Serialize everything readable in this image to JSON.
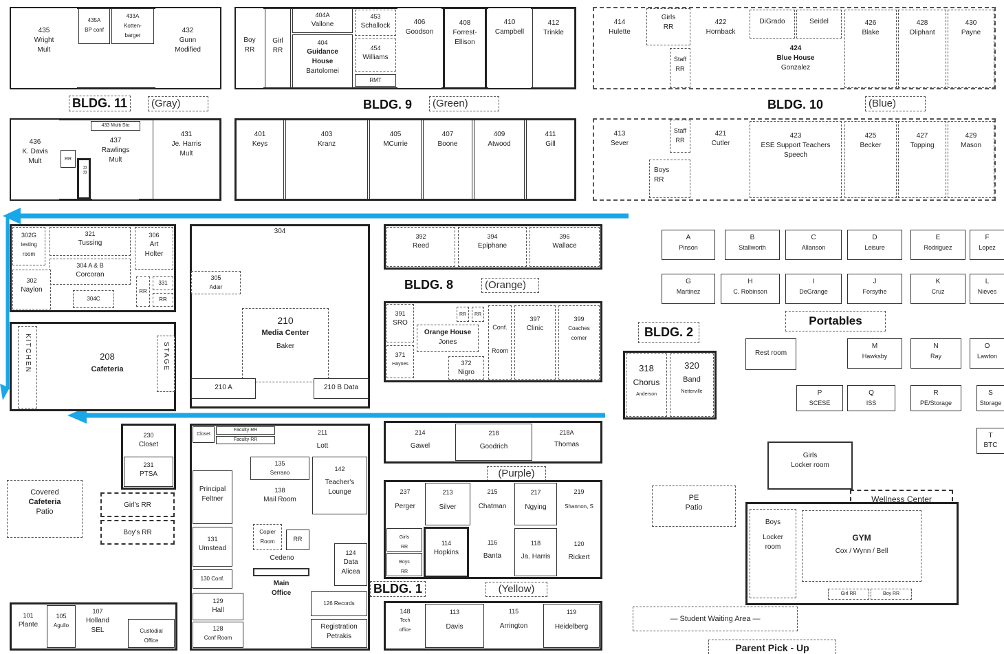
{
  "buildings": {
    "b11": {
      "name": "BLDG. 11",
      "color": "(Gray)"
    },
    "b9": {
      "name": "BLDG. 9",
      "color": "(Green)"
    },
    "b10": {
      "name": "BLDG. 10",
      "color": "(Blue)"
    },
    "b8": {
      "name": "BLDG. 8",
      "color": "(Orange)"
    },
    "b2": {
      "name": "BLDG. 2"
    },
    "b1": {
      "name": "BLDG. 1",
      "color": "(Yellow)"
    },
    "purple": "(Purple)"
  },
  "bldg11": {
    "r435": [
      "435",
      "Wright",
      "Mult"
    ],
    "r435a": [
      "435A",
      "BP conf"
    ],
    "r433a": [
      "433A",
      "Kotten-",
      "barger"
    ],
    "r432": [
      "432",
      "Gunn",
      "Modified"
    ],
    "r436": [
      "436",
      "K. Davis",
      "Mult"
    ],
    "r433multi": "433 Multi Sto",
    "r437": [
      "437",
      "Rawlings",
      "Mult"
    ],
    "r431": [
      "431",
      "Je. Harris",
      "Mult"
    ],
    "rr": "RR"
  },
  "bldg9": {
    "boyrr": [
      "Boy",
      "RR"
    ],
    "girlrr": [
      "Girl",
      "RR"
    ],
    "r404a": [
      "404A",
      "Vallone"
    ],
    "r404": [
      "404",
      "Guidance",
      "House",
      "Bartolomei"
    ],
    "r453": [
      "453",
      "Schallock"
    ],
    "r454": [
      "454",
      "Williams"
    ],
    "rmt": "RMT",
    "r406": [
      "406",
      "Goodson"
    ],
    "r408": [
      "408",
      "Forrest-",
      "Ellison"
    ],
    "r410": [
      "410",
      "Campbell"
    ],
    "r412": [
      "412",
      "Trinkle"
    ],
    "r401": [
      "401",
      "Keys"
    ],
    "r403": [
      "403",
      "Kranz"
    ],
    "r405": [
      "405",
      "MCurrie"
    ],
    "r407": [
      "407",
      "Boone"
    ],
    "r409": [
      "409",
      "Atwood"
    ],
    "r411": [
      "411",
      "Gill"
    ]
  },
  "bldg10": {
    "r414": [
      "414",
      "Hulette"
    ],
    "girlsrr": [
      "Girls",
      "RR"
    ],
    "staffrr1": [
      "Staff",
      "RR"
    ],
    "r422": [
      "422",
      "Hornback"
    ],
    "digrado": "DiGrado",
    "seidel": "Seidel",
    "r424": [
      "424",
      "Blue House",
      "Gonzalez"
    ],
    "r426": [
      "426",
      "Blake"
    ],
    "r428": [
      "428",
      "Oliphant"
    ],
    "r430": [
      "430",
      "Payne"
    ],
    "r413": [
      "413",
      "Sever"
    ],
    "staffrr2": [
      "Staff",
      "RR"
    ],
    "boysrr": [
      "Boys",
      "RR"
    ],
    "r421": [
      "421",
      "Cutler"
    ],
    "r423": [
      "423",
      "ESE Support Teachers",
      "Speech"
    ],
    "r425": [
      "425",
      "Becker"
    ],
    "r427": [
      "427",
      "Topping"
    ],
    "r429": [
      "429",
      "Mason"
    ]
  },
  "bldg3": {
    "r302g": [
      "302G",
      "testing",
      "room"
    ],
    "r321": [
      "321",
      "Tussing"
    ],
    "r306": [
      "306",
      "Art",
      "Holter"
    ],
    "r304ab": "304 A & B",
    "corcoran": "Corcoran",
    "r302": [
      "302",
      "Naylon"
    ],
    "r304c": "304C",
    "r331": "331",
    "rr": "RR",
    "r304": "304",
    "r305": [
      "305",
      "Adair"
    ],
    "r210": [
      "210",
      "Media Center",
      "Baker"
    ],
    "r210a": "210 A",
    "r210b": "210 B Data",
    "kitchen": "KITCHEN",
    "stage": "STAGE",
    "r208": [
      "208",
      "Cafeteria"
    ]
  },
  "bldg8": {
    "r392": [
      "392",
      "Reed"
    ],
    "r394": [
      "394",
      "Epiphane"
    ],
    "r396": [
      "396",
      "Wallace"
    ],
    "r391": [
      "391",
      "SRO"
    ],
    "orange": [
      "Orange House",
      "Jones"
    ],
    "conf": [
      "Conf.",
      "Room"
    ],
    "r397": [
      "397",
      "Clinic"
    ],
    "r399": [
      "399",
      "Coaches",
      "corner"
    ],
    "r371": [
      "371",
      "Haynes"
    ],
    "r372": [
      "372",
      "Nigro"
    ],
    "rr": "RR"
  },
  "portables": {
    "label": "Portables",
    "row1": [
      [
        "A",
        "Pinson"
      ],
      [
        "B",
        "Stallworth"
      ],
      [
        "C",
        "Allanson"
      ],
      [
        "D",
        "Leisure"
      ],
      [
        "E",
        "Rodriguez"
      ],
      [
        "F",
        "Lopez"
      ]
    ],
    "row2": [
      [
        "G",
        "Martinez"
      ],
      [
        "H",
        "C. Robinson"
      ],
      [
        "I",
        "DeGrange"
      ],
      [
        "J",
        "Forsythe"
      ],
      [
        "K",
        "Cruz"
      ],
      [
        "L",
        "Nieves"
      ]
    ],
    "restroom": "Rest room",
    "row3": [
      [
        "M",
        "Hawksby"
      ],
      [
        "N",
        "Ray"
      ],
      [
        "O",
        "Lawton"
      ]
    ],
    "row4": [
      [
        "P",
        "SCESE"
      ],
      [
        "Q",
        "ISS"
      ],
      [
        "R",
        "PE/Storage"
      ],
      [
        "S",
        "Storage"
      ]
    ],
    "t": [
      "T",
      "BTC"
    ]
  },
  "bldg2": {
    "r318": [
      "318",
      "Chorus",
      "Anderson"
    ],
    "r320": [
      "320",
      "Band",
      "Netterville"
    ]
  },
  "bldg1": {
    "r230": [
      "230",
      "Closet"
    ],
    "r231": [
      "231",
      "PTSA"
    ],
    "covered": [
      "Covered",
      "Cafeteria",
      "Patio"
    ],
    "girlsrr": "Girl's RR",
    "boysrr": "Boy's RR",
    "closet": "Closet",
    "facrr1": "Faculty RR",
    "facrr2": "Faculty RR",
    "r211": [
      "211",
      "Lott"
    ],
    "r135": [
      "135",
      "Serrano"
    ],
    "r142": [
      "142",
      "Teacher's",
      "Lounge"
    ],
    "principal": [
      "Principal",
      "Feltner"
    ],
    "r138": [
      "138",
      "Mail Room"
    ],
    "copier": [
      "Copier",
      "Room"
    ],
    "rr": "RR",
    "cedeno": "Cedeno",
    "r131": [
      "131",
      "Umstead"
    ],
    "r130": "130 Conf.",
    "main": [
      "Main",
      "Office"
    ],
    "r124": [
      "124",
      "Data",
      "Alicea"
    ],
    "r126": "126 Records",
    "r129": [
      "129",
      "Hall"
    ],
    "r128": [
      "128",
      "Conf Room"
    ],
    "registration": [
      "Registration",
      "Petrakis"
    ],
    "r101": [
      "101",
      "Plante"
    ],
    "r105": [
      "105",
      "Agullo"
    ],
    "r107": [
      "107",
      "Holland",
      "SEL"
    ],
    "custodial": [
      "Custodial",
      "Office"
    ],
    "r214": [
      "214",
      "Gawel"
    ],
    "r218": [
      "218",
      "Goodrich"
    ],
    "r218a": [
      "218A",
      "Thomas"
    ],
    "r237": [
      "237",
      "Perger"
    ],
    "r213": [
      "213",
      "Silver"
    ],
    "r215": [
      "215",
      "Chatman"
    ],
    "r217": [
      "217",
      "Ngying"
    ],
    "r219": [
      "219",
      "Shannon, S"
    ],
    "girlsrr2": [
      "Girls",
      "RR"
    ],
    "boysrr2": [
      "Boys",
      "RR"
    ],
    "r114": [
      "114",
      "Hopkins"
    ],
    "r116": [
      "116",
      "Banta"
    ],
    "r118": [
      "118",
      "Ja. Harris"
    ],
    "r120": [
      "120",
      "Rickert"
    ],
    "r148": [
      "148",
      "Tech",
      "office"
    ],
    "r113": [
      "113",
      "Davis"
    ],
    "r115": [
      "115",
      "Arrington"
    ],
    "r119": [
      "119",
      "Heidelberg"
    ]
  },
  "gym": {
    "girlslocker": [
      "Girls",
      "Locker room"
    ],
    "wellness": "Wellness Center",
    "pepatio": [
      "PE",
      "Patio"
    ],
    "boyslocker": [
      "Boys",
      "Locker",
      "room"
    ],
    "gym": [
      "GYM",
      "Cox / Wynn / Bell"
    ],
    "girlsrr": "Girl RR",
    "boysrr": "Boy RR",
    "waiting": "— Student Waiting Area —",
    "pickup": "Parent Pick - Up"
  },
  "colors": {
    "arrow": "#1aa7e8",
    "wall": "#222222"
  }
}
